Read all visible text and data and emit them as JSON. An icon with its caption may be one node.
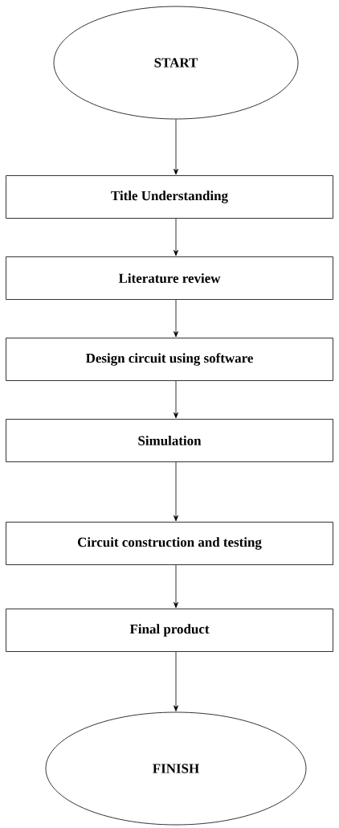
{
  "diagram": {
    "nodes": [
      {
        "text": [
          "START"
        ]
      },
      {
        "text": [
          "Title Understanding"
        ]
      },
      {
        "text": [
          "Literature review"
        ]
      },
      {
        "text": [
          "Design circuit using software"
        ]
      },
      {
        "text": [
          "Simulation"
        ]
      },
      {
        "text": [
          "Circuit construction and testing"
        ]
      },
      {
        "text": [
          "Final product"
        ]
      },
      {
        "text": [
          "FINISH"
        ]
      }
    ],
    "edges": [
      {
        "from": 0,
        "to": 1,
        "arrow": "to"
      },
      {
        "from": 1,
        "to": 2,
        "arrow": "to"
      },
      {
        "from": 2,
        "to": 3,
        "arrow": "to"
      },
      {
        "from": 3,
        "to": 4,
        "arrow": "to"
      },
      {
        "from": 4,
        "to": 5,
        "arrow": "to"
      },
      {
        "from": 5,
        "to": 6,
        "arrow": "to"
      },
      {
        "from": 6,
        "to": 7,
        "arrow": "to"
      }
    ]
  }
}
